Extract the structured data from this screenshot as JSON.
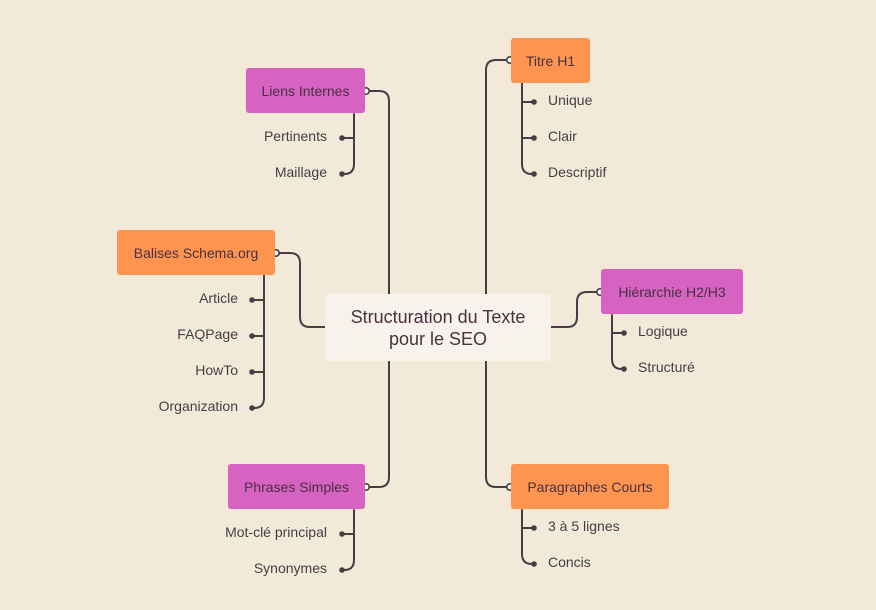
{
  "central": {
    "line1": "Structuration du Texte",
    "line2": "pour le SEO"
  },
  "branches": {
    "liens": {
      "label": "Liens Internes",
      "items": [
        "Pertinents",
        "Maillage"
      ]
    },
    "schema": {
      "label": "Balises Schema.org",
      "items": [
        "Article",
        "FAQPage",
        "HowTo",
        "Organization"
      ]
    },
    "phrases": {
      "label": "Phrases Simples",
      "items": [
        "Mot-clé principal",
        "Synonymes"
      ]
    },
    "titre": {
      "label": "Titre H1",
      "items": [
        "Unique",
        "Clair",
        "Descriptif"
      ]
    },
    "hierarchie": {
      "label": "Hiérarchie H2/H3",
      "items": [
        "Logique",
        "Structuré"
      ]
    },
    "paragraphes": {
      "label": "Paragraphes Courts",
      "items": [
        "3 à 5 lignes",
        "Concis"
      ]
    }
  },
  "colors": {
    "background": "#f2e9d8",
    "pink": "#d662c2",
    "orange": "#fd9550",
    "center": "#f7f3ec",
    "line": "#4a3b45"
  }
}
